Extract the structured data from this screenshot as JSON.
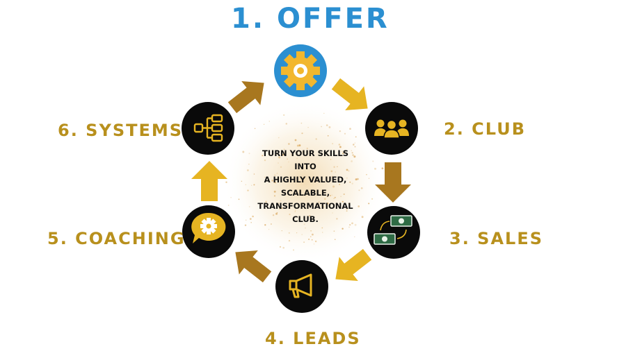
{
  "title": "1. OFFER",
  "steps": [
    {
      "label": "1. OFFER",
      "icon": "gear-icon"
    },
    {
      "label": "2. CLUB",
      "icon": "group-icon"
    },
    {
      "label": "3. SALES",
      "icon": "money-exchange-icon"
    },
    {
      "label": "4. LEADS",
      "icon": "megaphone-icon"
    },
    {
      "label": "5. COACHING",
      "icon": "gear-speech-bubble-icon"
    },
    {
      "label": "6. SYSTEMS",
      "icon": "flowchart-icon"
    }
  ],
  "center_lines": [
    "TURN YOUR SKILLS",
    "INTO",
    "A HIGHLY VALUED,",
    "SCALABLE,",
    "TRANSFORMATIONAL",
    "CLUB."
  ],
  "colors": {
    "gold": "#e6b422",
    "dark_gold": "#a8771f",
    "label_gold": "#b8901d",
    "blue": "#2b8fd1",
    "circle_dark": "#0a0a0a",
    "money_green": "#2f6b45"
  }
}
